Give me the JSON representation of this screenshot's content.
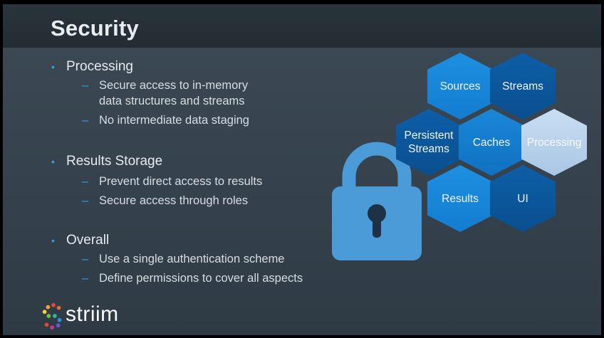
{
  "title": "Security",
  "sections": [
    {
      "heading": "Processing",
      "items": [
        "Secure access to in-memory",
        "data structures and streams",
        "No intermediate data staging"
      ]
    },
    {
      "heading": "Results Storage",
      "items": [
        "Prevent direct access to results",
        "Secure access through roles"
      ]
    },
    {
      "heading": "Overall",
      "items": [
        "Use a single authentication scheme",
        "Define permissions to cover all aspects"
      ]
    }
  ],
  "hexagons": {
    "sources": "Sources",
    "streams": "Streams",
    "persistent_line1": "Persistent",
    "persistent_line2": "Streams",
    "caches": "Caches",
    "processing": "Processing",
    "results": "Results",
    "ui": "UI"
  },
  "logo": {
    "text": "striim"
  },
  "colors": {
    "accent": "#2aa3e6",
    "lock": "#4b9bd8",
    "hex_blue": "#1e8fe0"
  }
}
